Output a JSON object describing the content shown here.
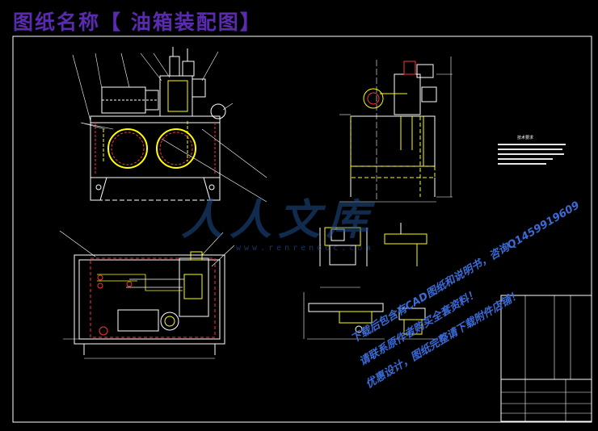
{
  "drawing": {
    "title": "图纸名称【 油箱装配图】",
    "title_color": "#5a2bb0",
    "line_color": "#ffffff",
    "detail_color": "#ffff00",
    "dim_color": "#00c8ff",
    "hidden_color": "#ff3333",
    "background": "#000000"
  },
  "watermark": {
    "logo_text": "人人文库",
    "url": "www.renrendoc.com",
    "color": "#1e4f8f"
  },
  "promo": {
    "line1": "下载后包含有CAD图纸和说明书，咨询Q1459919609",
    "line2": "请联系原作者购买全套资料！",
    "line3": "优惠设计，图纸完整请下载附件店铺！",
    "color": "#3a6bd6"
  },
  "tech_requirements": {
    "heading": "技术要求"
  }
}
